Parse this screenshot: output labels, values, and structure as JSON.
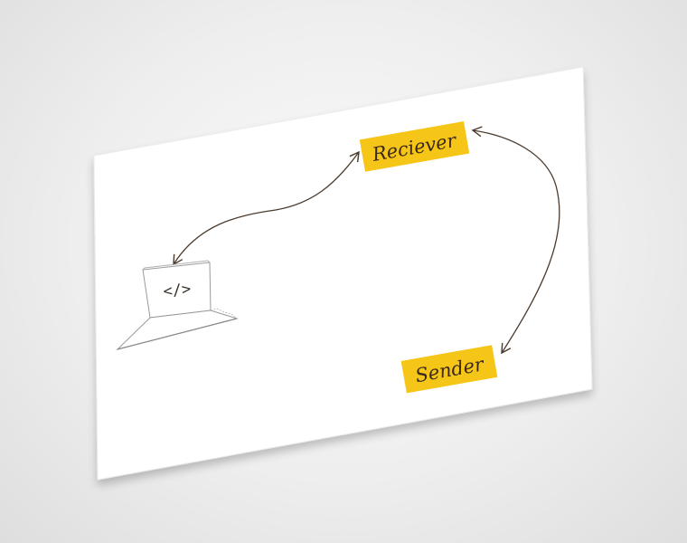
{
  "diagram": {
    "nodes": {
      "receiver": {
        "label": "Reciever",
        "fill": "#f5c518"
      },
      "sender": {
        "label": "Sender",
        "fill": "#f5c518"
      },
      "laptop": {
        "icon": "code-laptop-icon",
        "glyph": "</>"
      }
    },
    "edges": [
      {
        "from": "receiver",
        "to": "laptop",
        "direction": "both"
      },
      {
        "from": "receiver",
        "to": "sender",
        "direction": "both"
      }
    ],
    "colors": {
      "card": "#ffffff",
      "ink": "#4a3a2c",
      "label_bg": "#f5c518"
    }
  }
}
